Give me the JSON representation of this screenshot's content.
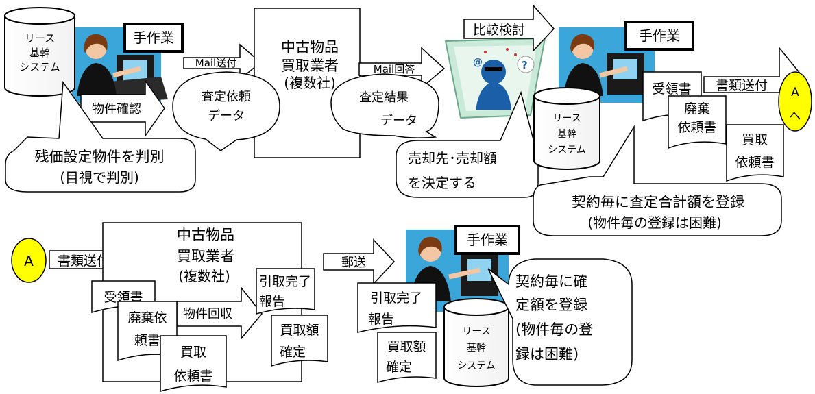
{
  "top": {
    "system1": {
      "line1": "リース",
      "line2": "基幹",
      "line3": "システム"
    },
    "manual1": "手作業",
    "check": "物件確認",
    "callout1": {
      "line1": "残価設定物件を判別",
      "line2": "(目視で判別)"
    },
    "mail_send": "Mail送付",
    "request_bubble": {
      "line1": "査定依頼",
      "line2": "データ"
    },
    "vendor": {
      "line1": "中古物品",
      "line2": "買取業者",
      "line3": "(複数社)"
    },
    "mail_reply": "Mail回答",
    "result_bubble": {
      "line1": "査定結果",
      "line2": "データ"
    },
    "compare": "比較検討",
    "decide_bubble": {
      "line1": "売却先･売却額",
      "line2": "を決定する"
    },
    "manual2": "手作業",
    "receipt": "受領書",
    "send_docs": "書類送付",
    "connector": {
      "line1": "A",
      "line2": "へ"
    },
    "disposal": {
      "line1": "廃棄",
      "line2": "依頼書"
    },
    "purchase": {
      "line1": "買取",
      "line2": "依頼書"
    },
    "system2": {
      "line1": "リース",
      "line2": "基幹",
      "line3": "システム"
    },
    "register_callout": {
      "line1": "契約毎に査定合計額を登録",
      "line2": "(物件毎の登録は困難)"
    }
  },
  "bottom": {
    "connector": "A",
    "send_docs": "書類送付",
    "vendor": {
      "line1": "中古物品",
      "line2": "買取業者",
      "line3": "(複数社)"
    },
    "receipt": "受領書",
    "disposal": {
      "line1": "廃棄依",
      "line2": "頼書"
    },
    "purchase": {
      "line1": "買取",
      "line2": "依頼書"
    },
    "collect": "物件回収",
    "report": {
      "line1": "引取完了",
      "line2": "報告"
    },
    "amount": {
      "line1": "買取額",
      "line2": "確定"
    },
    "mail": "郵送",
    "manual": "手作業",
    "report2": {
      "line1": "引取完了",
      "line2": "報告"
    },
    "amount2": {
      "line1": "買取額",
      "line2": "確定"
    },
    "system": {
      "line1": "リース",
      "line2": "基幹",
      "line3": "システム"
    },
    "register_callout": {
      "line1": "契約毎に確",
      "line2": "定額を登録",
      "line3": "(物件毎の登",
      "line4": "録は困難)"
    }
  }
}
